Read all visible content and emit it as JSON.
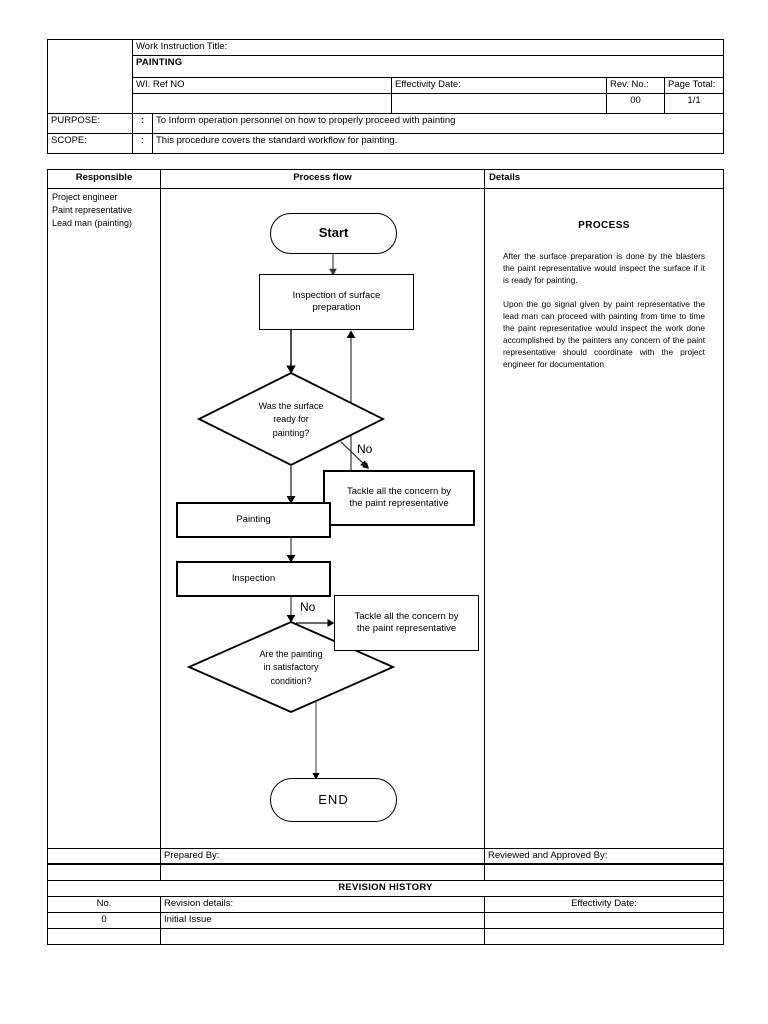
{
  "header": {
    "logo_cell": "",
    "title_label": "Work Instruction Title:",
    "title_value": "PAINTING",
    "ref_label": "WI. Ref NO",
    "ref_value": "",
    "effectivity_label": "Effectivity Date:",
    "effectivity_value": "",
    "rev_label": "Rev. No.:",
    "rev_value": "00",
    "page_label": "Page Total:",
    "page_value": "1/1",
    "purpose_label": "PURPOSE:",
    "purpose_colon": ":",
    "purpose_text": "To Inform operation personnel on how to properly   proceed  with painting",
    "scope_label": "SCOPE:",
    "scope_colon": ":",
    "scope_text": "This procedure covers the standard workflow for painting."
  },
  "main": {
    "col_responsible": "Responsible",
    "col_process_flow": "Process flow",
    "col_details": "Details",
    "responsible_text": "Project engineer\nPaint representative\nLead man (painting)",
    "responsible_lines": [
      "Project engineer",
      "Paint representative",
      "Lead man (painting)"
    ],
    "details": {
      "heading": "PROCESS",
      "paragraphs": [
        " After the surface preparation is done by the blasters the paint representative would inspect the surface if it is ready for painting.",
        "Upon the go signal given by paint representative the lead man can proceed with painting from time to time the paint representative would inspect the work done accomplished by the painters any concern of the paint representative should coordinate with the project engineer for documentation"
      ]
    }
  },
  "flowchart": {
    "type": "flowchart",
    "nodes": [
      {
        "id": "start",
        "shape": "oval",
        "label": "Start"
      },
      {
        "id": "inspect1",
        "shape": "process",
        "label": "Inspection of surface preparation"
      },
      {
        "id": "decision1",
        "shape": "decision",
        "label": "Was the surface ready for painting?"
      },
      {
        "id": "tackle1",
        "shape": "process",
        "label": "Tackle all the concern by the paint representative"
      },
      {
        "id": "painting",
        "shape": "process",
        "label": "Painting"
      },
      {
        "id": "inspection",
        "shape": "process",
        "label": "Inspection"
      },
      {
        "id": "decision2",
        "shape": "decision",
        "label": "Are the painting in satisfactory condition?"
      },
      {
        "id": "tackle2",
        "shape": "process",
        "label": "Tackle all the concern by the paint representative"
      },
      {
        "id": "end",
        "shape": "oval",
        "label": "END"
      }
    ],
    "labels": {
      "start": "Start",
      "inspect1_line1": "Inspection of surface",
      "inspect1_line2": "preparation",
      "decision1_line1": "Was the surface",
      "decision1_line2": "ready for",
      "decision1_line3": "painting?",
      "tackle1_line1": "Tackle all the concern by",
      "tackle1_line2": "the paint representative",
      "painting": "Painting",
      "inspection": "Inspection",
      "decision2_line1": "Are the painting",
      "decision2_line2": "in satisfactory",
      "decision2_line3": "condition?",
      "tackle2_line1": "Tackle all the concern by",
      "tackle2_line2": "the paint representative",
      "end": "END",
      "no1": "No",
      "no2": "No"
    },
    "edges": [
      {
        "from": "start",
        "to": "inspect1",
        "label": ""
      },
      {
        "from": "inspect1",
        "to": "decision1",
        "label": ""
      },
      {
        "from": "decision1",
        "to": "tackle1",
        "label": "No"
      },
      {
        "from": "decision1",
        "to": "painting",
        "label": ""
      },
      {
        "from": "tackle1",
        "to": "inspect1",
        "label": ""
      },
      {
        "from": "painting",
        "to": "inspection",
        "label": ""
      },
      {
        "from": "inspection",
        "to": "decision2",
        "label": ""
      },
      {
        "from": "decision2",
        "to": "tackle2",
        "label": "No"
      },
      {
        "from": "decision2",
        "to": "end",
        "label": ""
      }
    ]
  },
  "footer": {
    "prepared_by": "Prepared By:",
    "reviewed_by": "Reviewed and Approved By:",
    "prepared_value": "",
    "reviewed_value": "",
    "revision_history": "REVISION HISTORY",
    "rev_columns": [
      "No.",
      "Revision details:",
      "Effectivity Date:"
    ],
    "rev_rows": [
      {
        "no": "0",
        "details": "Initial Issue",
        "date": ""
      },
      {
        "no": "",
        "details": "",
        "date": ""
      }
    ]
  },
  "colors": {
    "ink": "#000000",
    "paper": "#ffffff",
    "connector": "#555555"
  }
}
